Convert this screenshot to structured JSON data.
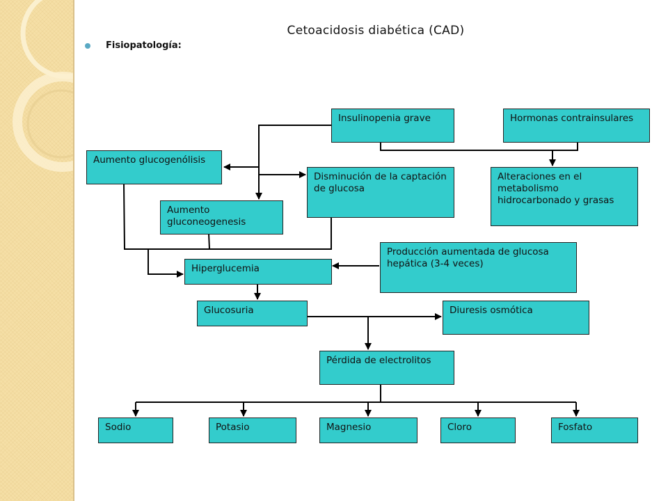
{
  "slide": {
    "title": "Cetoacidosis diabética  (CAD)",
    "subtitle": "Fisiopatología:",
    "accent_color": "#33cccc",
    "sidebar_color": "#f5dfa6"
  },
  "boxes": {
    "insulinopenia": "Insulinopenia grave",
    "hormonas": "Hormonas contrainsulares",
    "glucogenolisis": "Aumento glucogenólisis",
    "disminucion": "Disminución de la captación de glucosa",
    "alteraciones": "Alteraciones en el metabolismo hidrocarbonado y grasas",
    "gluconeogenesis": "Aumento gluconeogenesis",
    "produccion": "Producción aumentada de glucosa hepática (3-4 veces)",
    "hiperglucemia": "Hiperglucemia",
    "glucosuria": "Glucosuria",
    "diuresis": "Diuresis osmótica",
    "perdida": "Pérdida de electrolitos",
    "sodio": "Sodio",
    "potasio": "Potasio",
    "magnesio": "Magnesio",
    "cloro": "Cloro",
    "fosfato": "Fosfato"
  }
}
